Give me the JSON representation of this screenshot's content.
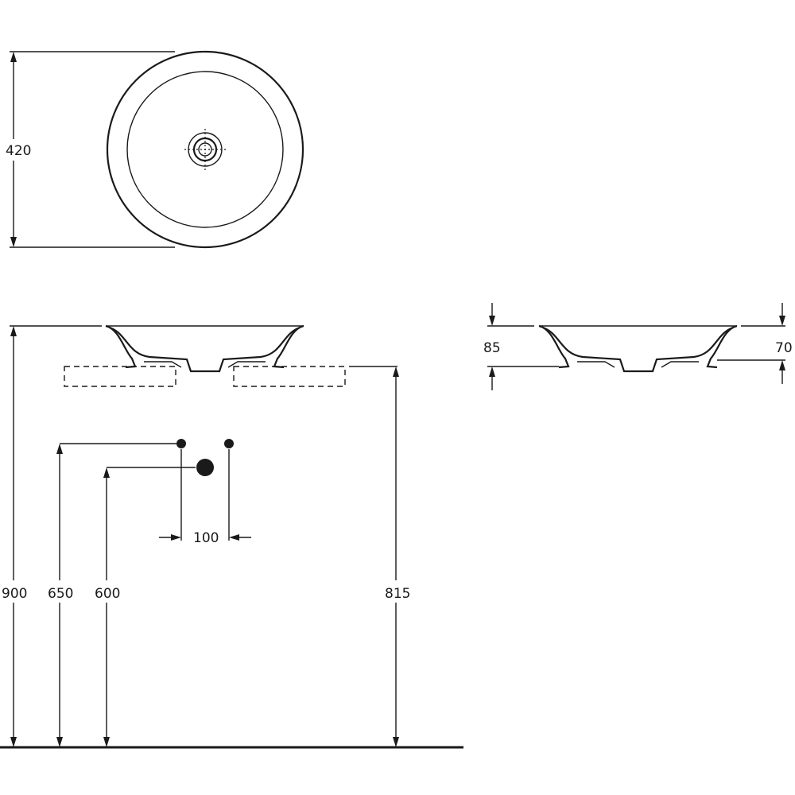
{
  "dimensions": {
    "diameter": "420",
    "total_height": "900",
    "water_inlet_height": "650",
    "drain_height": "600",
    "counter_height": "815",
    "inlet_spacing": "100",
    "basin_height": "85",
    "rim_to_counter": "70"
  },
  "colors": {
    "line": "#1a1a1a",
    "background": "#ffffff"
  }
}
